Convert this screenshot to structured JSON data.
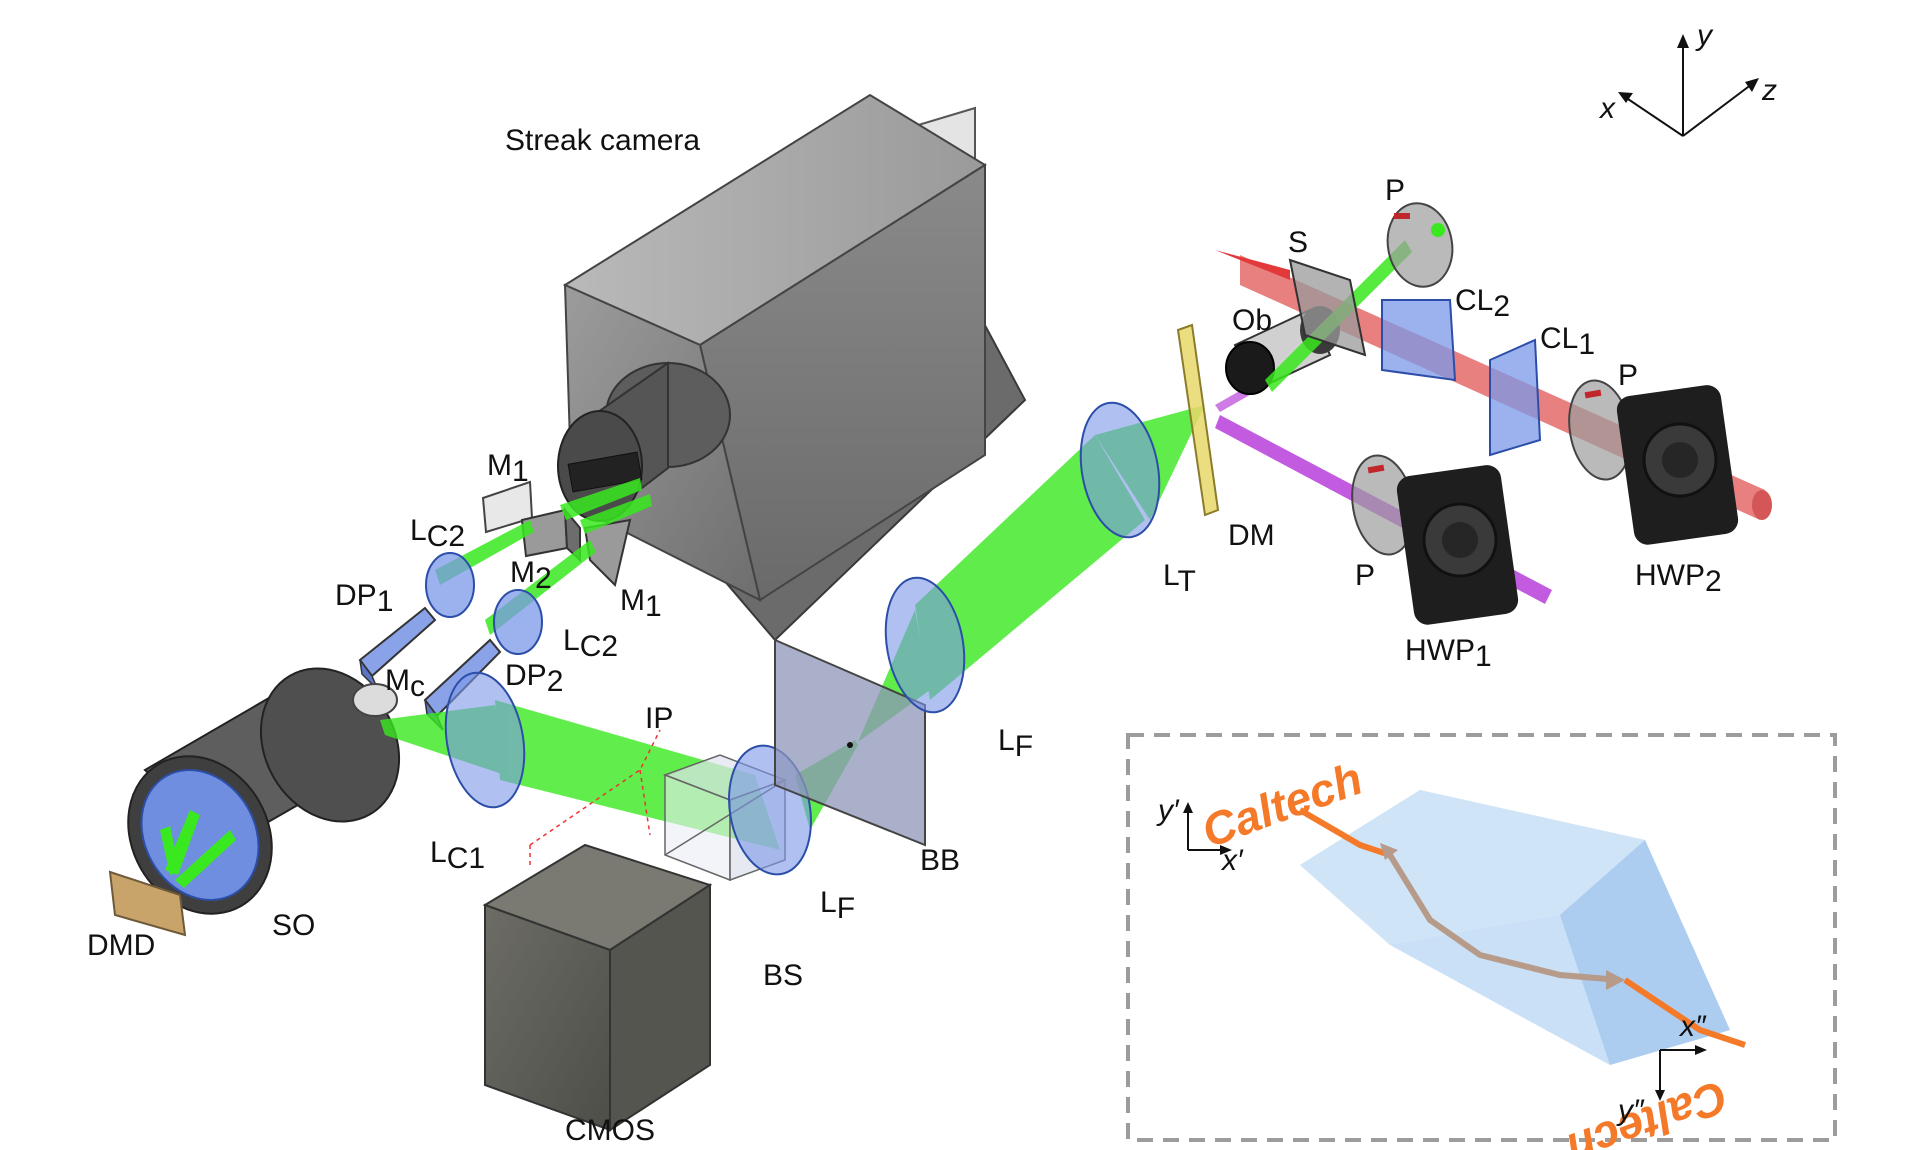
{
  "colors": {
    "beam_green": "#39e81f",
    "beam_violet": "#c25be0",
    "beam_red": "#e46a6a",
    "lens_blue": "#7b98e8",
    "camera_gray": "#8c8c8c",
    "caltech_orange": "#f47a2a",
    "prism_blue": "#bcd8f4"
  },
  "labels": {
    "streak_camera": "Streak camera",
    "m1_top": {
      "main": "M",
      "sub": "1"
    },
    "lc2_top": {
      "main": "L",
      "sub": "C2"
    },
    "m2": {
      "main": "M",
      "sub": "2"
    },
    "m1_bottom": {
      "main": "M",
      "sub": "1"
    },
    "dp1": {
      "main": "DP",
      "sub": "1"
    },
    "lc2_bottom": {
      "main": "L",
      "sub": "C2"
    },
    "mc": {
      "main": "M",
      "sub": "c"
    },
    "dp2": {
      "main": "DP",
      "sub": "2"
    },
    "ip": "IP",
    "lc1": {
      "main": "L",
      "sub": "C1"
    },
    "so": "SO",
    "dmd": "DMD",
    "cmos": "CMOS",
    "bs": "BS",
    "lf_bottom": {
      "main": "L",
      "sub": "F"
    },
    "bb": "BB",
    "lf_top": {
      "main": "L",
      "sub": "F"
    },
    "lt": {
      "main": "L",
      "sub": "T"
    },
    "dm": "DM",
    "ob": "Ob",
    "s": "S",
    "p_top": "P",
    "cl2": {
      "main": "CL",
      "sub": "2"
    },
    "cl1": {
      "main": "CL",
      "sub": "1"
    },
    "p_mid": "P",
    "p_low": "P",
    "hwp1": {
      "main": "HWP",
      "sub": "1"
    },
    "hwp2": {
      "main": "HWP",
      "sub": "2"
    }
  },
  "axes": {
    "x": "x",
    "y": "y",
    "z": "z"
  },
  "inset": {
    "word": "Caltech",
    "x_prime": "x′",
    "y_prime": "y′",
    "x_dprime": "x″",
    "y_dprime": "y″"
  }
}
